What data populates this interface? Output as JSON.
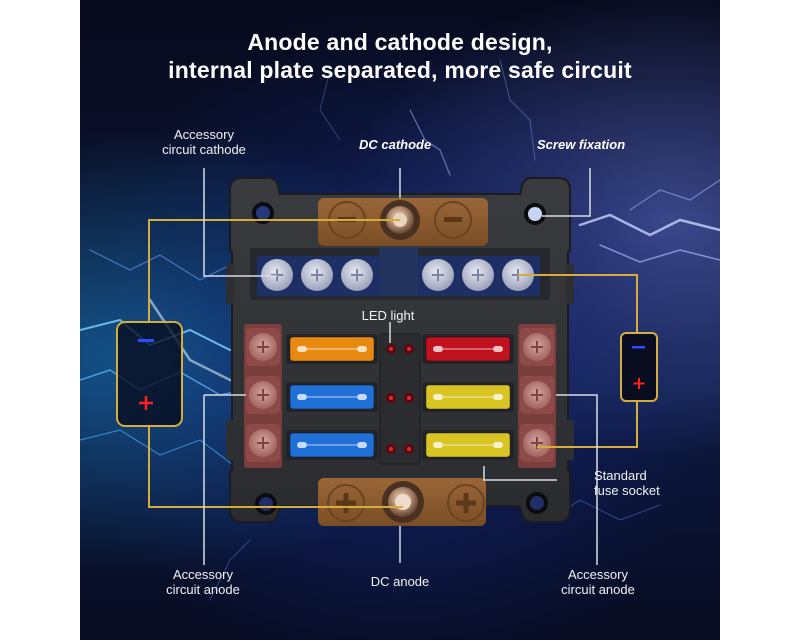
{
  "headline": {
    "line1": "Anode and cathode design,",
    "line2": "internal plate separated, more safe circuit"
  },
  "callouts": {
    "accessory_circuit_cathode": [
      "Accessory",
      "circuit cathode"
    ],
    "dc_cathode": "DC cathode",
    "screw_fixation": "Screw fixation",
    "led_light": "LED light",
    "standard_fuse_socket": [
      "Standard",
      "fuse socket"
    ],
    "accessory_circuit_anode_left": [
      "Accessory",
      "circuit anode"
    ],
    "dc_anode": "DC anode",
    "accessory_circuit_anode_right": [
      "Accessory",
      "circuit anode"
    ]
  },
  "polarity": {
    "minus": "−",
    "plus": "+"
  },
  "fuses": {
    "left_column": [
      "orange",
      "blue",
      "blue"
    ],
    "right_column": [
      "red",
      "yellow",
      "yellow"
    ]
  },
  "colors": {
    "leader_line": "#d4ad3a",
    "callout_line": "#d8dce4",
    "minus": "#2a4cff",
    "plus": "#ff2020",
    "fuse_orange": "#e88a12",
    "fuse_blue": "#1f6fd6",
    "fuse_red": "#c0121e",
    "fuse_yellow": "#d8c423",
    "busbar_copper": "#8a5a2c",
    "terminal_rose": "#8e4a48"
  }
}
